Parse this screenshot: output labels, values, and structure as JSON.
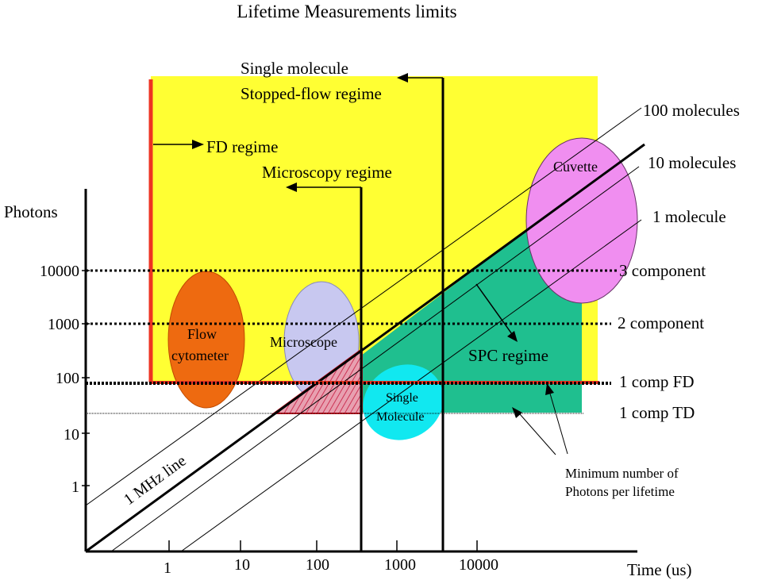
{
  "title": "Lifetime Measurements limits",
  "axes": {
    "y_label": "Photons",
    "x_label": "Time (us)",
    "y_ticks": [
      "10000",
      "1000",
      "100",
      "10",
      "1"
    ],
    "x_ticks": [
      "1",
      "10",
      "100",
      "1000",
      "10000"
    ]
  },
  "regime_labels": {
    "single_molecule_line1": "Single molecule",
    "single_molecule_line2": "Stopped-flow regime",
    "fd": "FD regime",
    "microscopy": "Microscopy regime",
    "spc": "SPC regime"
  },
  "line_labels": {
    "mol_100": "100 molecules",
    "mol_10": "10 molecules",
    "mol_1": "1 molecule",
    "mhz": "1 MHz line"
  },
  "threshold_labels": {
    "comp3": "3 component",
    "comp2": "2 component",
    "comp1_fd": "1 comp FD",
    "comp1_td": "1 comp TD"
  },
  "ellipse_labels": {
    "flow_line1": "Flow",
    "flow_line2": "cytometer",
    "microscope": "Microscope",
    "single_line1": "Single",
    "single_line2": "Molecule",
    "cuvette": "Cuvette"
  },
  "note": {
    "line1": "Minimum number of",
    "line2": "Photons per lifetime"
  },
  "colors": {
    "yellow_region": "#ffff33",
    "green_region": "#1fbf8f",
    "red_line": "#ee3322",
    "flow_cytometer": "#ee6a10",
    "microscope": "#c8c8f0",
    "single_molecule": "#11e8f0",
    "cuvette": "#f08ef0",
    "hatch_triangle": "#dd2244"
  }
}
